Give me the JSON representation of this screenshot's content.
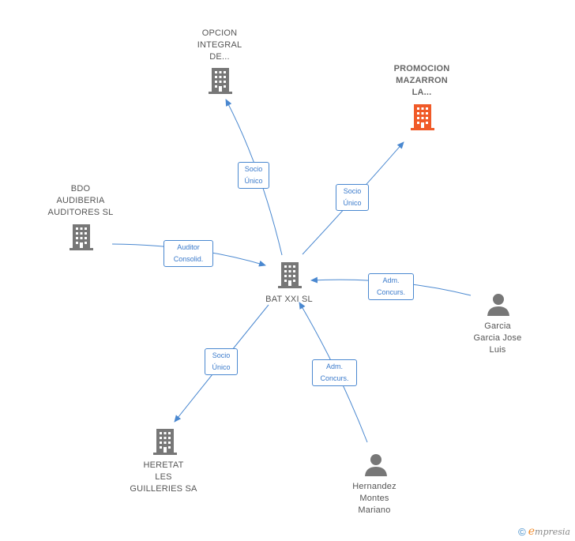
{
  "colors": {
    "company": "#777777",
    "company_highlight": "#f05a28",
    "person": "#777777",
    "edge": "#4a88d0"
  },
  "nodes": {
    "center": {
      "label": "BAT XXI SL",
      "icon": "building-icon"
    },
    "opcion": {
      "label": "OPCION\nINTEGRAL\nDE...",
      "icon": "building-icon"
    },
    "promocion": {
      "label": "PROMOCION\nMAZARRON\nLA...",
      "icon": "building-icon"
    },
    "bdo": {
      "label": "BDO\nAUDIBERIA\nAUDITORES SL",
      "icon": "building-icon"
    },
    "garcia": {
      "label": "Garcia\nGarcia Jose\nLuis",
      "icon": "person-icon"
    },
    "heretat": {
      "label": "HERETAT\nLES\nGUILLERIES SA",
      "icon": "building-icon"
    },
    "hernandez": {
      "label": "Hernandez\nMontes\nMariano",
      "icon": "person-icon"
    }
  },
  "edges": {
    "opcion": {
      "label": "Socio\nÚnico"
    },
    "promocion": {
      "label": "Socio\nÚnico"
    },
    "bdo": {
      "label": "Auditor\nConsolid."
    },
    "garcia": {
      "label": "Adm.\nConcurs."
    },
    "heretat": {
      "label": "Socio\nÚnico"
    },
    "hernandez": {
      "label": "Adm.\nConcurs."
    }
  },
  "watermark": {
    "symbol": "©",
    "brand_initial": "e",
    "brand_rest": "mpresia"
  }
}
